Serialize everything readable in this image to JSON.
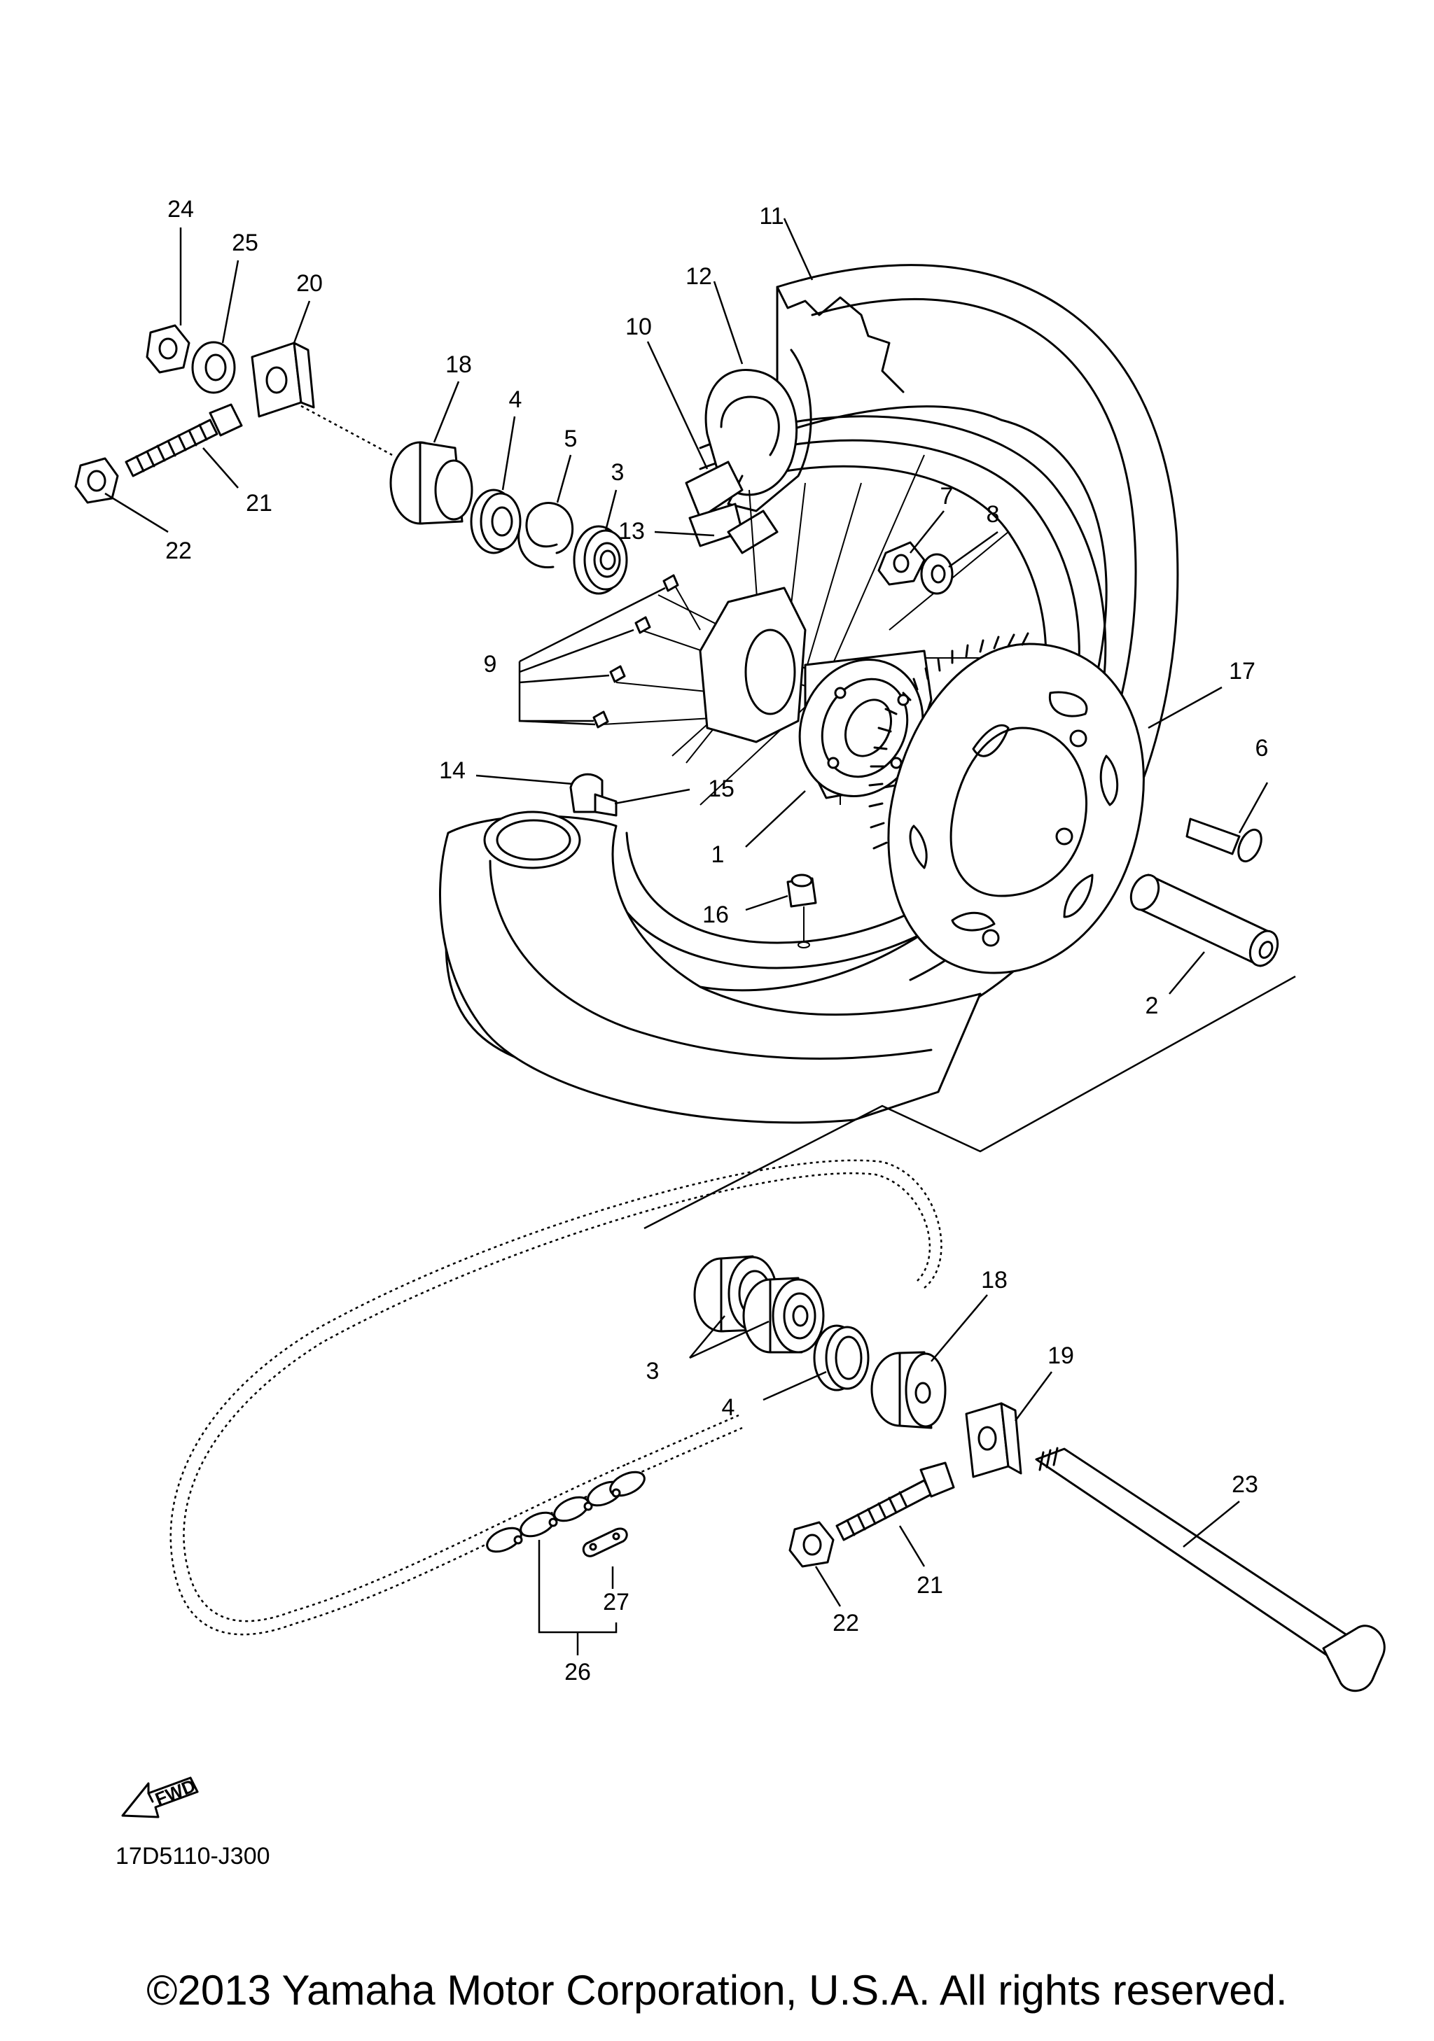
{
  "callouts": [
    "24",
    "25",
    "20",
    "18",
    "4",
    "5",
    "3",
    "11",
    "12",
    "10",
    "13",
    "7",
    "8",
    "21",
    "22",
    "9",
    "17",
    "6",
    "14",
    "15",
    "1",
    "16",
    "2",
    "18",
    "3",
    "4",
    "19",
    "23",
    "21",
    "22",
    "27",
    "26"
  ],
  "fwd_label": "FWD",
  "diagram_code": "17D5110-J300",
  "copyright": "©2013 Yamaha Motor Corporation, U.S.A. All rights reserved."
}
